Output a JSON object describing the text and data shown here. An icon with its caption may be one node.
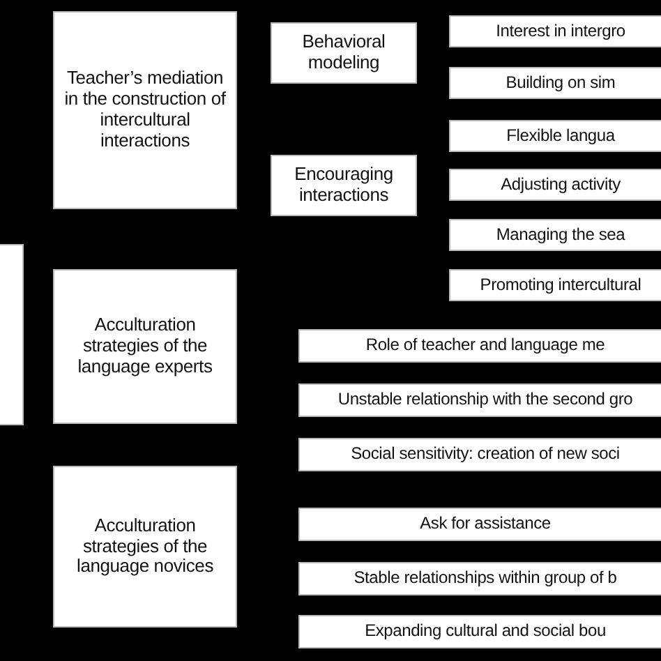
{
  "diagram": {
    "nodes": [
      {
        "text": [],
        "shape": "box"
      },
      {
        "text": [
          "Teacher’s mediation in the construction of intercultural interactions"
        ]
      },
      {
        "text": [
          "Acculturation strategies of the language experts"
        ]
      },
      {
        "text": [
          "Acculturation strategies of the language novices"
        ]
      },
      {
        "text": [
          "Behavioral modeling"
        ]
      },
      {
        "text": [
          "Encouraging interactions"
        ]
      },
      {
        "text": [
          "Interest in intergro"
        ]
      },
      {
        "text": [
          "Building on sim"
        ]
      },
      {
        "text": [
          "Flexible langua"
        ]
      },
      {
        "text": [
          "Adjusting activity"
        ]
      },
      {
        "text": [
          "Managing the sea"
        ]
      },
      {
        "text": [
          "Promoting intercultural"
        ]
      },
      {
        "text": [
          "Role of teacher and language me"
        ]
      },
      {
        "text": [
          "Unstable relationship with the second gro"
        ]
      },
      {
        "text": [
          "Social sensitivity: creation of new soci"
        ]
      },
      {
        "text": [
          "Ask for assistance"
        ]
      },
      {
        "text": [
          "Stable relationships within group of b"
        ]
      },
      {
        "text": [
          "Expanding cultural and social bou"
        ]
      }
    ]
  }
}
